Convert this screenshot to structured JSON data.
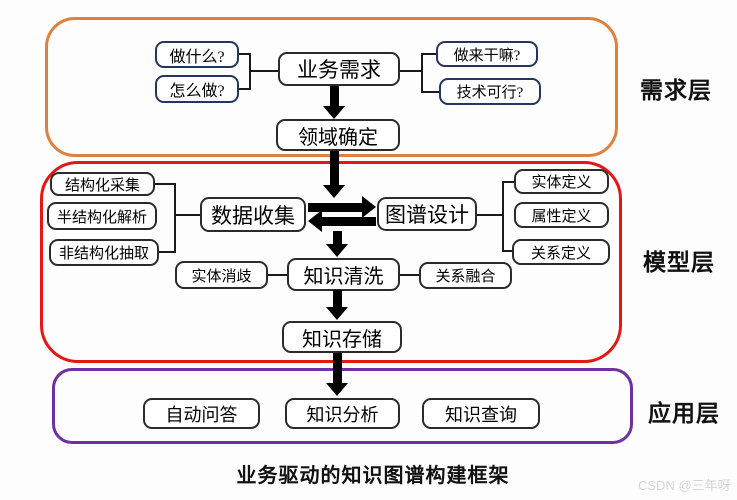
{
  "title": "业务驱动的知识图谱构建框架",
  "watermark": "CSDN @三年呀",
  "colors": {
    "requirement_border": "#e0803d",
    "model_border": "#e81515",
    "application_border": "#7030a0",
    "node_border_dark": "#2b2b2b",
    "node_border_navy": "#24365e",
    "arrow": "#000000"
  },
  "layers": {
    "requirement": {
      "label": "需求层",
      "nodes": {
        "what_to_do": "做什么?",
        "how_to_do": "怎么做?",
        "business_need": "业务需求",
        "purpose": "做来干嘛?",
        "tech_feasible": "技术可行?",
        "domain_determination": "领域确定"
      }
    },
    "model": {
      "label": "模型层",
      "nodes": {
        "structured_collection": "结构化采集",
        "semi_structured_parsing": "半结构化解析",
        "unstructured_extraction": "非结构化抽取",
        "data_collection": "数据收集",
        "graph_design": "图谱设计",
        "entity_definition": "实体定义",
        "attribute_definition": "属性定义",
        "relation_definition": "关系定义",
        "entity_disambiguation": "实体消歧",
        "knowledge_cleaning": "知识清洗",
        "relation_fusion": "关系融合",
        "knowledge_storage": "知识存储"
      }
    },
    "application": {
      "label": "应用层",
      "nodes": {
        "auto_qa": "自动问答",
        "knowledge_analysis": "知识分析",
        "knowledge_query": "知识查询"
      }
    }
  }
}
